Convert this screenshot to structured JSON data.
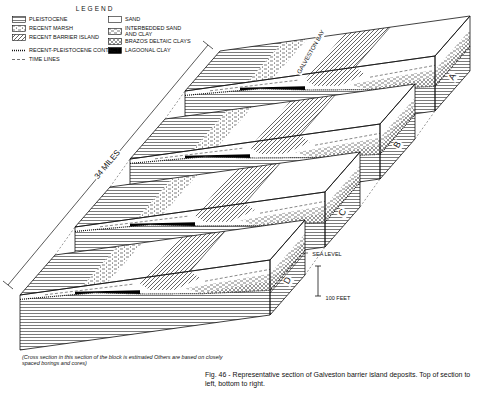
{
  "diagram": {
    "caption": "Fig. 46 - Representative section of Galveston barrier island deposits. Top of section to left, bottom to right.",
    "labels": [
      "LEGEND",
      "34 MILES",
      "GALVESTON BAY",
      "A",
      "B",
      "C",
      "D",
      "SEA LEVEL",
      "100 FEET",
      "(Cross section in this section of the block is estimated Others are based on closely spaced borings and cores)"
    ],
    "legend": [
      {
        "text": "PLEISTOCENE"
      },
      {
        "text": "RECENT MARSH"
      },
      {
        "text": "RECENT BARRIER ISLAND"
      },
      {
        "text": "SAND",
        "color": "#ffffff"
      },
      {
        "text": "INTERBEDDED SAND AND CLAY"
      },
      {
        "text": "BRAZOS DELTAIC CLAYS"
      },
      {
        "text": "LAGOONAL CLAY",
        "color": "#000000"
      },
      {
        "text": "RECENT-PLEISTOCENE CONTACT"
      },
      {
        "text": "TIME LINES"
      }
    ]
  }
}
